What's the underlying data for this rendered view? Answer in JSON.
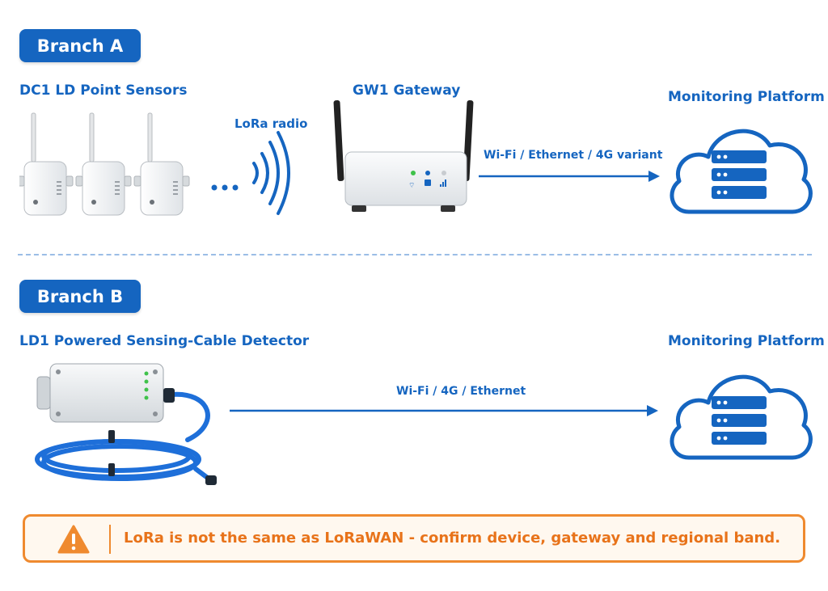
{
  "branch_a": {
    "badge": "Branch A",
    "sensors_title": "DC1 LD Point Sensors",
    "radio_label": "LoRa radio",
    "gateway_title": "GW1 Gateway",
    "link_label": "Wi-Fi / Ethernet / 4G variant",
    "platform_title": "Monitoring Platform"
  },
  "branch_b": {
    "badge": "Branch B",
    "detector_title": "LD1 Powered Sensing-Cable Detector",
    "link_label": "Wi-Fi / 4G / Ethernet",
    "platform_title": "Monitoring Platform"
  },
  "warning": {
    "text": "LoRa is not the same as LoRaWAN - confirm device, gateway and regional band."
  },
  "colors": {
    "primary_blue": "#1565c0",
    "cable_blue": "#1e6fd9",
    "warning_orange": "#ef8a2f",
    "device_white": "#f2f4f6"
  }
}
